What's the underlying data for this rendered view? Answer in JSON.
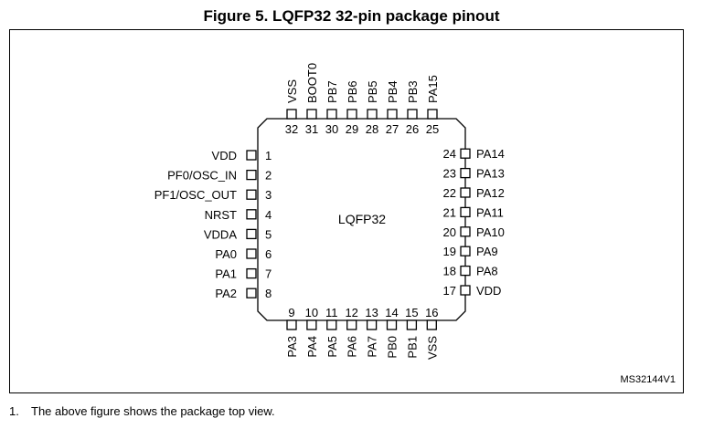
{
  "figure_title": "Figure 5. LQFP32 32-pin package pinout",
  "package_label": "LQFP32",
  "reference_code": "MS32144V1",
  "footnote": {
    "number": "1.",
    "text": "The above figure shows the package top view."
  },
  "pins": {
    "left": [
      {
        "num": "1",
        "name": "VDD"
      },
      {
        "num": "2",
        "name": "PF0/OSC_IN"
      },
      {
        "num": "3",
        "name": "PF1/OSC_OUT"
      },
      {
        "num": "4",
        "name": "NRST"
      },
      {
        "num": "5",
        "name": "VDDA"
      },
      {
        "num": "6",
        "name": "PA0"
      },
      {
        "num": "7",
        "name": "PA1"
      },
      {
        "num": "8",
        "name": "PA2"
      }
    ],
    "bottom": [
      {
        "num": "9",
        "name": "PA3"
      },
      {
        "num": "10",
        "name": "PA4"
      },
      {
        "num": "11",
        "name": "PA5"
      },
      {
        "num": "12",
        "name": "PA6"
      },
      {
        "num": "13",
        "name": "PA7"
      },
      {
        "num": "14",
        "name": "PB0"
      },
      {
        "num": "15",
        "name": "PB1"
      },
      {
        "num": "16",
        "name": "VSS"
      }
    ],
    "right": [
      {
        "num": "17",
        "name": "VDD"
      },
      {
        "num": "18",
        "name": "PA8"
      },
      {
        "num": "19",
        "name": "PA9"
      },
      {
        "num": "20",
        "name": "PA10"
      },
      {
        "num": "21",
        "name": "PA11"
      },
      {
        "num": "22",
        "name": "PA12"
      },
      {
        "num": "23",
        "name": "PA13"
      },
      {
        "num": "24",
        "name": "PA14"
      }
    ],
    "top": [
      {
        "num": "25",
        "name": "PA15"
      },
      {
        "num": "26",
        "name": "PB3"
      },
      {
        "num": "27",
        "name": "PB4"
      },
      {
        "num": "28",
        "name": "PB5"
      },
      {
        "num": "29",
        "name": "PB6"
      },
      {
        "num": "30",
        "name": "PB7"
      },
      {
        "num": "31",
        "name": "BOOT0"
      },
      {
        "num": "32",
        "name": "VSS"
      }
    ]
  }
}
